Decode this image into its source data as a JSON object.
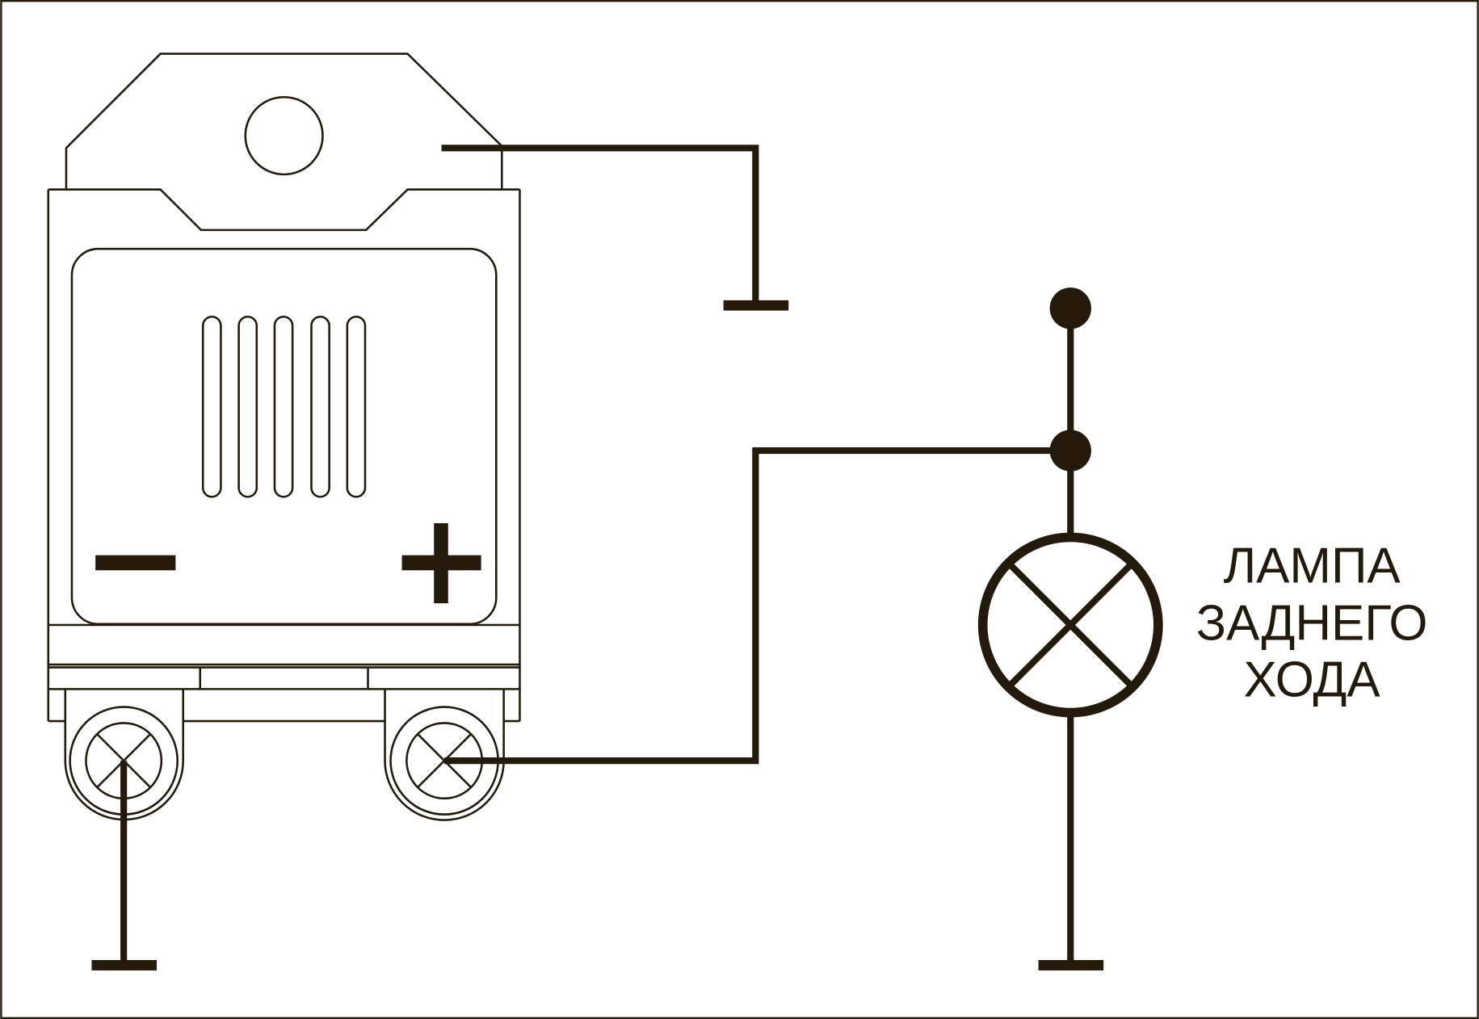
{
  "diagram": {
    "lamp_label": [
      "ЛАМПА",
      "ЗАДНЕГО",
      "ХОДА"
    ],
    "relay_terminals": {
      "minus": "−",
      "plus": "+"
    },
    "colors": {
      "ink": "#231a0c",
      "background": "#ffffff"
    }
  }
}
